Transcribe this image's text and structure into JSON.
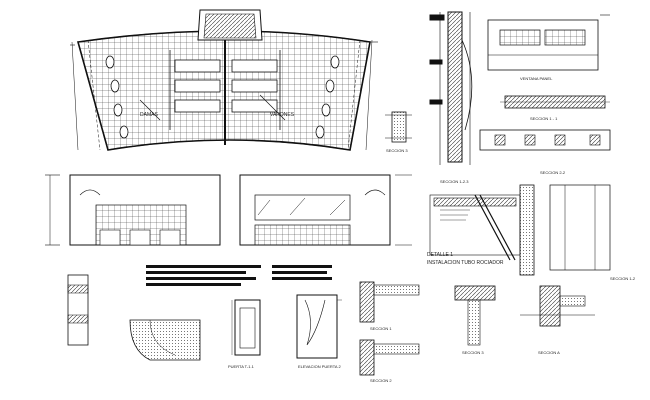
{
  "plan": {
    "label_left": "DAMAS",
    "label_right": "VARONES"
  },
  "section_labels": {
    "seccion_3": "SECCION 3",
    "vertical_panel": "VENTANA PANEL",
    "seccion_1_1": "SECCION 1 - 1",
    "seccion_2_2": "SECCION 2-2",
    "seccion_1_2": "SECCION 1-2.3",
    "detalle_1": "DETALLE 1",
    "instalacion": "INSTALACION TUBO ROCIADOR",
    "seccion_right": "SECCION 1-2",
    "seccion_a": "SECCION 1",
    "seccion_b": "SECCION 2",
    "seccion_c": "SECCION 3",
    "seccion_d": "SECCION A",
    "puerta_1": "PUERTA T-1.1",
    "elevacion_puerta": "ELEVACION PUERTA 2"
  },
  "colors": {
    "line": "#111111",
    "hatch": "#444444"
  }
}
